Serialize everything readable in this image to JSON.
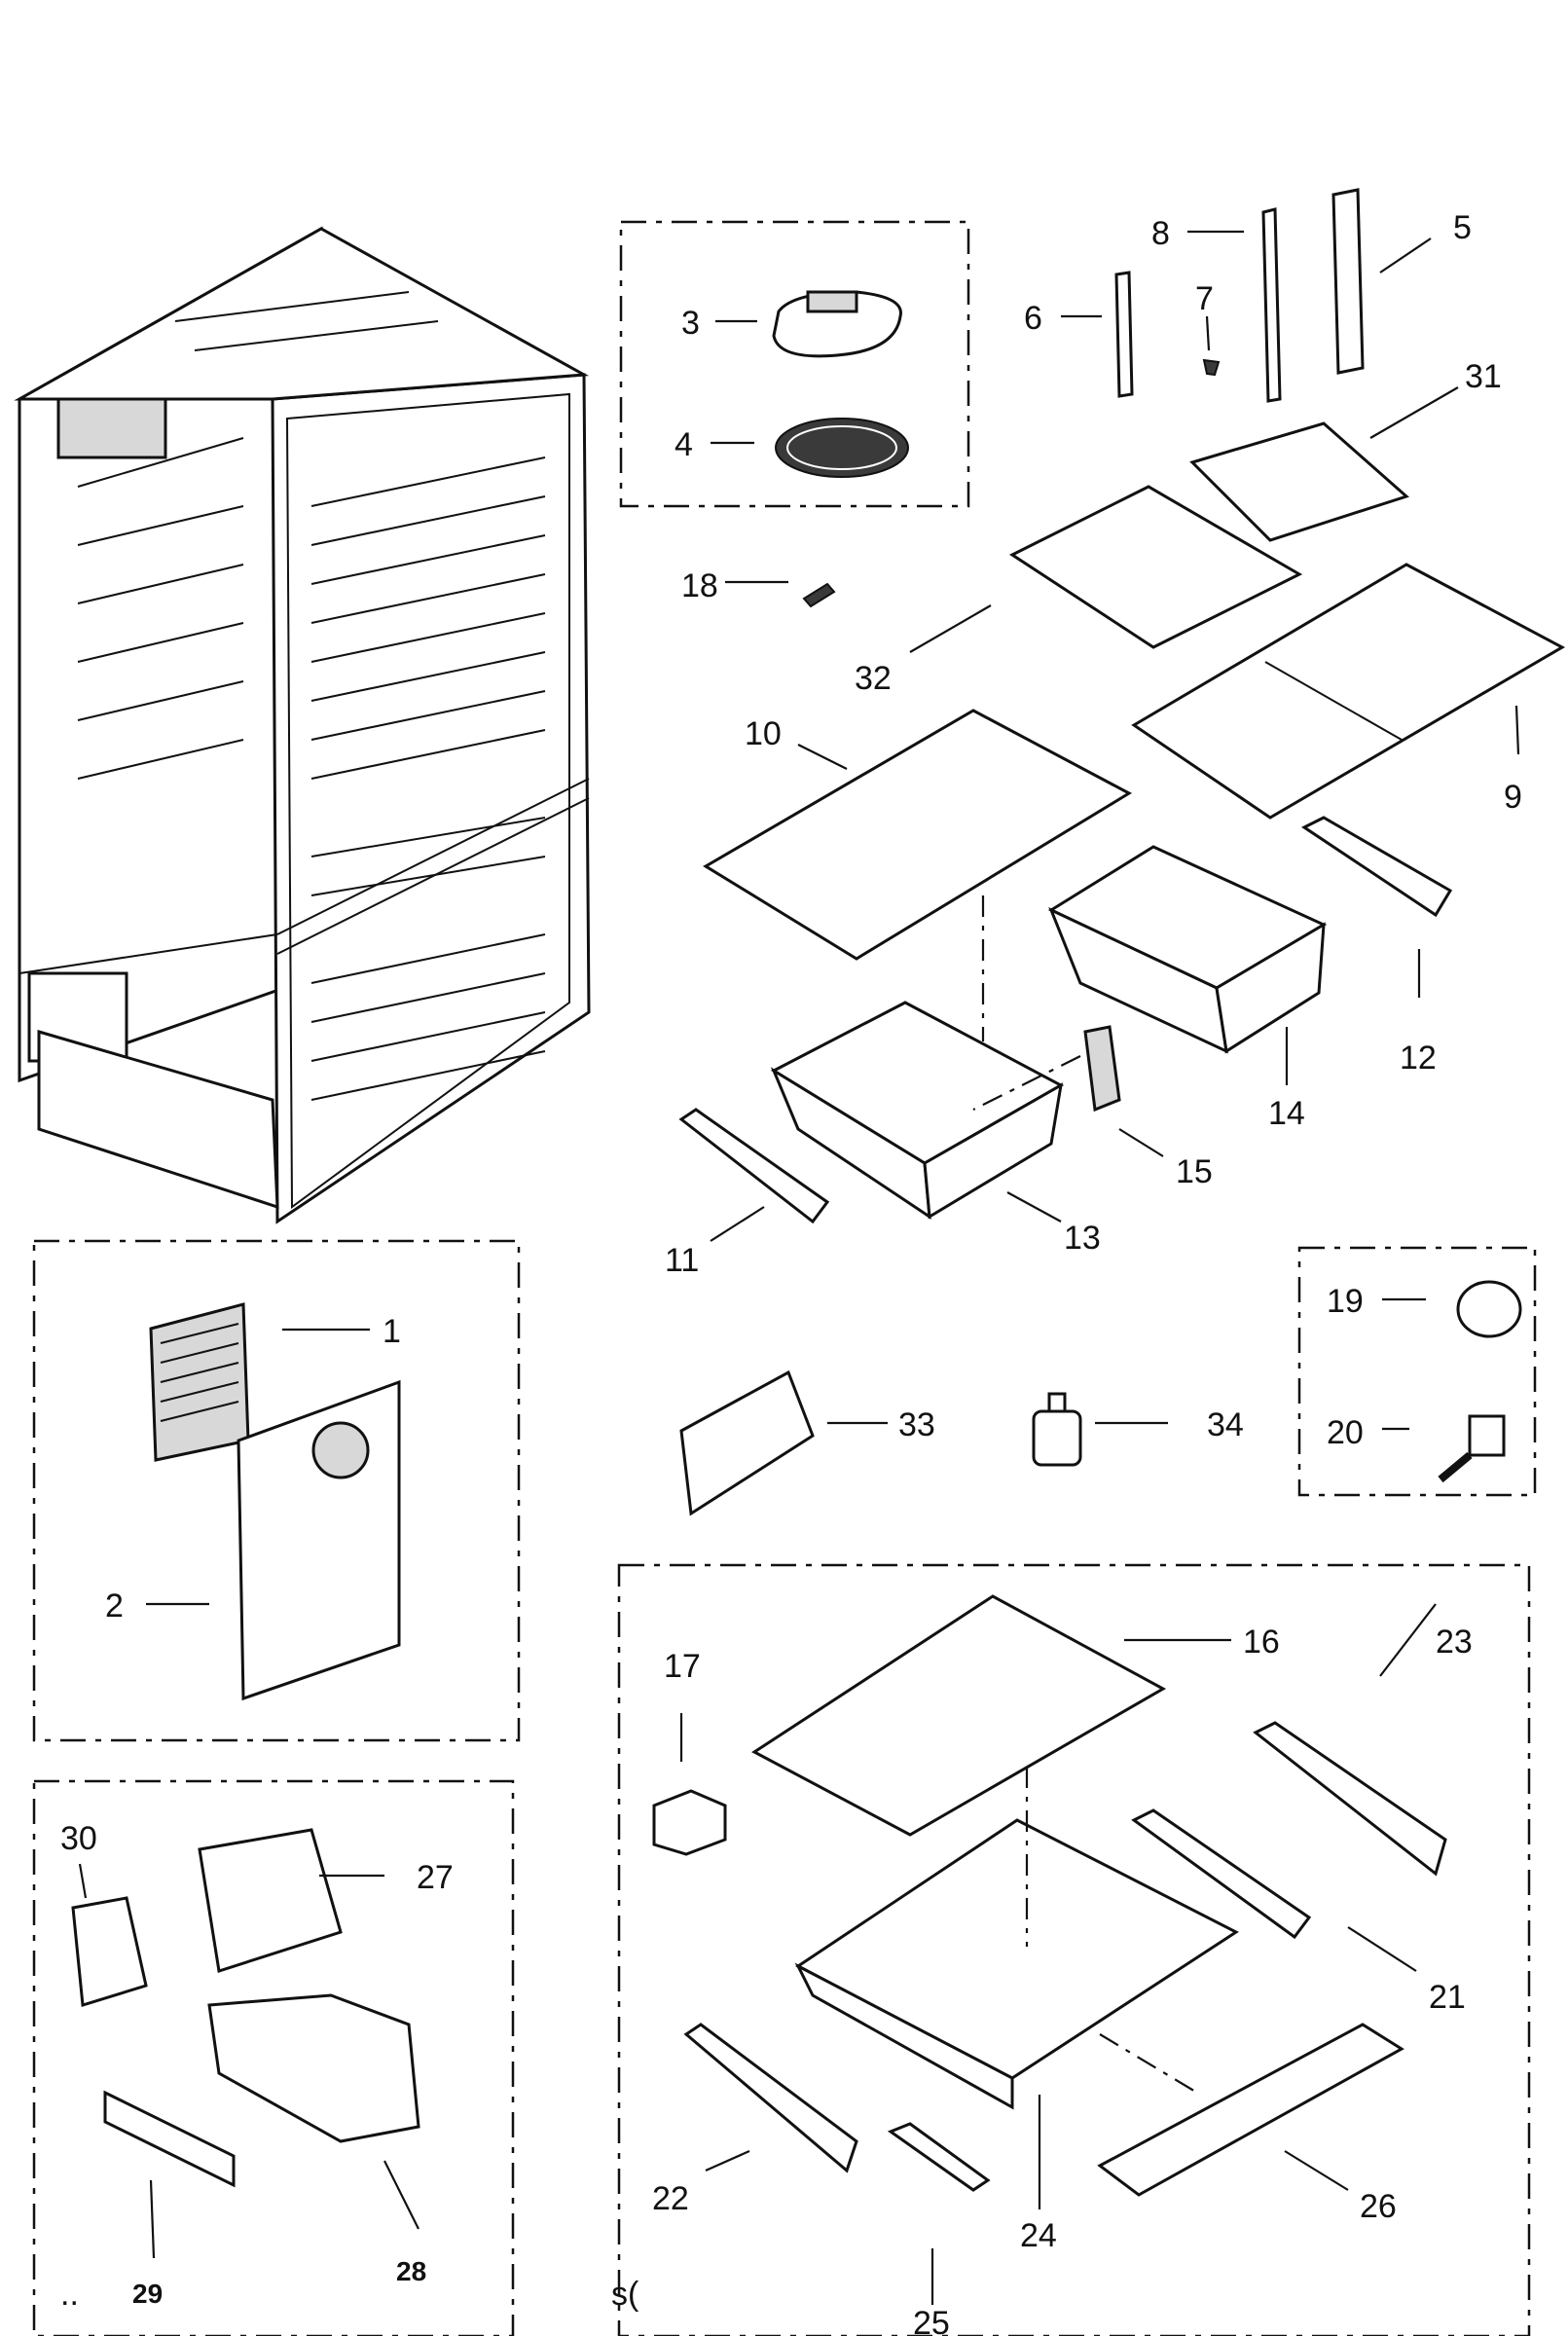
{
  "parts": [
    {
      "id": "p1",
      "label": "1"
    },
    {
      "id": "p2",
      "label": "2"
    },
    {
      "id": "p3",
      "label": "3"
    },
    {
      "id": "p4",
      "label": "4"
    },
    {
      "id": "p5",
      "label": "5"
    },
    {
      "id": "p6",
      "label": "6"
    },
    {
      "id": "p7",
      "label": "7"
    },
    {
      "id": "p8",
      "label": "8"
    },
    {
      "id": "p9",
      "label": "9"
    },
    {
      "id": "p10",
      "label": "10"
    },
    {
      "id": "p11",
      "label": "11"
    },
    {
      "id": "p12",
      "label": "12"
    },
    {
      "id": "p13",
      "label": "13"
    },
    {
      "id": "p14",
      "label": "14"
    },
    {
      "id": "p15",
      "label": "15"
    },
    {
      "id": "p16",
      "label": "16"
    },
    {
      "id": "p17",
      "label": "17"
    },
    {
      "id": "p18",
      "label": "18"
    },
    {
      "id": "p19",
      "label": "19"
    },
    {
      "id": "p20",
      "label": "20"
    },
    {
      "id": "p21",
      "label": "21"
    },
    {
      "id": "p22",
      "label": "22"
    },
    {
      "id": "p23",
      "label": "23"
    },
    {
      "id": "p24",
      "label": "24"
    },
    {
      "id": "p25",
      "label": "25"
    },
    {
      "id": "p26",
      "label": "26"
    },
    {
      "id": "p27",
      "label": "27"
    },
    {
      "id": "p28",
      "label": "28"
    },
    {
      "id": "p29",
      "label": "29"
    },
    {
      "id": "p30",
      "label": "30"
    },
    {
      "id": "p31",
      "label": "31"
    },
    {
      "id": "p32",
      "label": "32"
    },
    {
      "id": "p33",
      "label": "33"
    },
    {
      "id": "p34",
      "label": "34"
    }
  ],
  "fragments": {
    "bottom_dots": "..",
    "bottom_cut": "s("
  }
}
